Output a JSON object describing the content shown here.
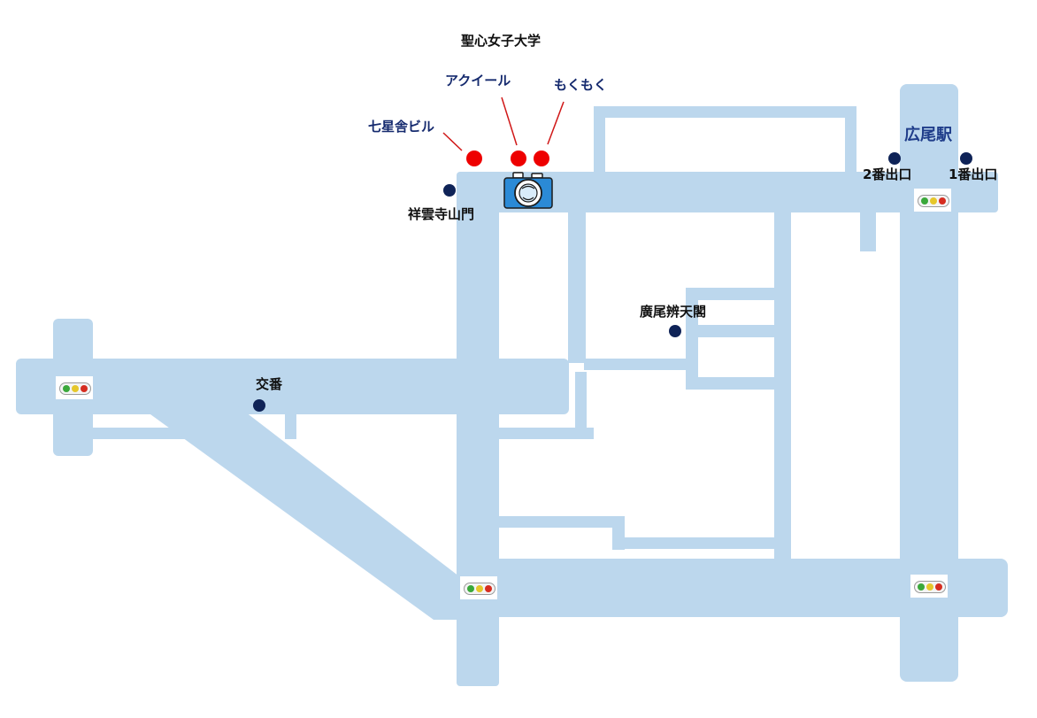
{
  "landmarks": {
    "university": "聖心女子大学",
    "temple_gate": "祥雲寺山門",
    "koban": "交番",
    "benten": "廣尾辨天閣"
  },
  "shops": {
    "shichiseisha": "七星舎ビル",
    "akuiiru": "アクイール",
    "mokumoku": "もくもく"
  },
  "station": {
    "name": "広尾駅",
    "exit2": "2番出口",
    "exit1": "1番出口"
  },
  "icons": {
    "camera": "camera-icon",
    "signal": "traffic-signal-icon"
  },
  "colors": {
    "road": "#bcd7ed",
    "landmark_dot": "#0f2357",
    "shop_dot": "#ee0000",
    "station_text": "#1f3d8a"
  }
}
